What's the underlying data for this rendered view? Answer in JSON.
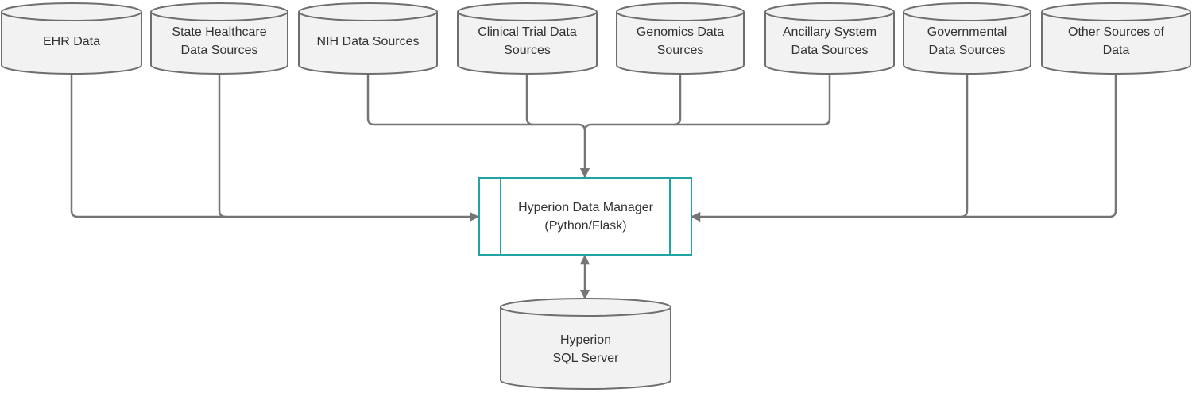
{
  "sources": [
    {
      "lines": [
        "EHR Data"
      ]
    },
    {
      "lines": [
        "State Healthcare",
        "Data Sources"
      ]
    },
    {
      "lines": [
        "NIH Data Sources"
      ]
    },
    {
      "lines": [
        "Clinical Trial Data",
        "Sources"
      ]
    },
    {
      "lines": [
        "Genomics Data",
        "Sources"
      ]
    },
    {
      "lines": [
        "Ancillary System",
        "Data Sources"
      ]
    },
    {
      "lines": [
        "Governmental",
        "Data Sources"
      ]
    },
    {
      "lines": [
        "Other Sources of",
        "Data"
      ]
    }
  ],
  "manager": {
    "lines": [
      "Hyperion Data Manager",
      "(Python/Flask)"
    ]
  },
  "database": {
    "lines": [
      "Hyperion",
      "SQL Server"
    ]
  },
  "colors": {
    "line": "#757575",
    "cylinder_fill": "#f2f2f2",
    "cylinder_stroke": "#6e6e6e",
    "process_border": "#1fa3a3"
  }
}
